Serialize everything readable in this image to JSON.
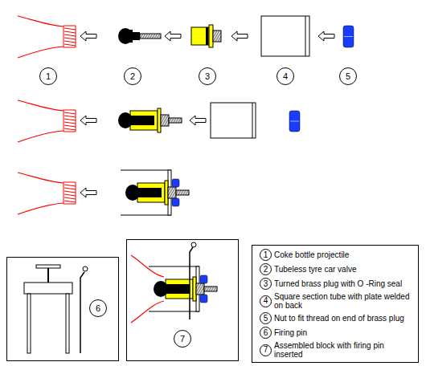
{
  "diagram": {
    "nodes": [
      {
        "text": [
          "1"
        ]
      },
      {
        "text": [
          "2"
        ]
      },
      {
        "text": [
          "3"
        ]
      },
      {
        "text": [
          "4"
        ]
      },
      {
        "text": [
          "5"
        ]
      },
      {
        "text": []
      },
      {
        "text": [
          "6"
        ],
        "in": 5
      },
      {
        "text": []
      },
      {
        "text": [
          "7"
        ],
        "in": 7
      },
      {
        "text": []
      },
      {
        "text": [
          "1"
        ],
        "in": 9
      },
      {
        "text": [
          "2"
        ],
        "in": 9
      },
      {
        "text": [
          "3"
        ],
        "in": 9
      },
      {
        "text": [
          "4"
        ],
        "in": 9
      },
      {
        "text": [
          "5"
        ],
        "in": 9
      },
      {
        "text": [
          "6"
        ],
        "in": 9
      },
      {
        "text": [
          "7"
        ],
        "in": 9
      }
    ],
    "labels": [
      "Coke bottle projectile",
      "Tubeless tyre car valve",
      "Turned brass plug with O -Ring seal",
      "Square section tube with plate welded on back",
      "Nut to fit thread on end of brass plug",
      "Firing pin",
      "Assembled block with firing pin inserted"
    ]
  }
}
